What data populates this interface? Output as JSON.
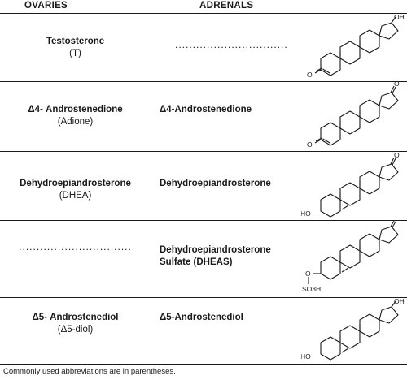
{
  "headers": {
    "ovaries": "OVARIES",
    "adrenals": "ADRENALS"
  },
  "rows": [
    {
      "ovaries_name": "Testosterone",
      "ovaries_abbrev": "(T)",
      "adrenals_name": "................................",
      "adrenals_abbrev": ""
    },
    {
      "ovaries_name": "Δ4- Androstenedione",
      "ovaries_abbrev": "(Adione)",
      "adrenals_name": "Δ4-Androstenedione",
      "adrenals_abbrev": ""
    },
    {
      "ovaries_name": "Dehydroepiandrosterone",
      "ovaries_abbrev": "(DHEA)",
      "adrenals_name": "Dehydroepiandrosterone",
      "adrenals_abbrev": ""
    },
    {
      "ovaries_name": "................................",
      "ovaries_abbrev": "",
      "adrenals_name": "Dehydroepiandrosterone",
      "adrenals_abbrev": "Sulfate (DHEAS)"
    },
    {
      "ovaries_name": "Δ5- Androstenediol",
      "ovaries_abbrev": "(Δ5-diol)",
      "adrenals_name": "Δ5-Androstenediol",
      "adrenals_abbrev": ""
    }
  ],
  "structure_labels": {
    "oh": "OH",
    "o": "O",
    "ho": "HO",
    "sulfate_o": "O",
    "so3h": "SO3H"
  },
  "footnote": "Commonly used abbreviations are in parentheses."
}
